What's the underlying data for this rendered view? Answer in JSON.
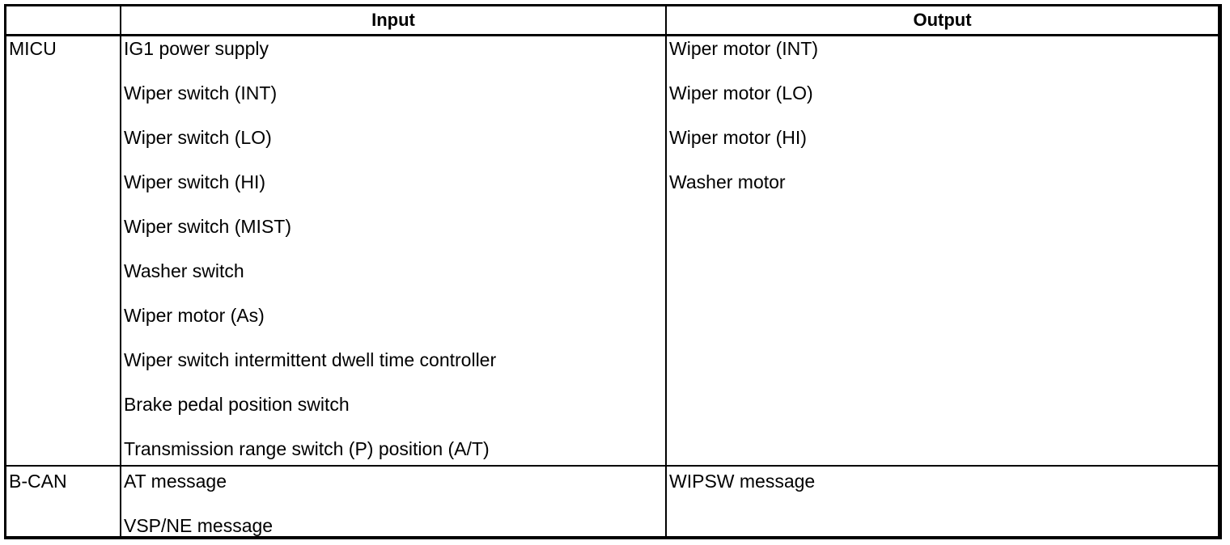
{
  "table": {
    "headers": {
      "corner": "",
      "input": "Input",
      "output": "Output"
    },
    "rows": [
      {
        "label": "MICU",
        "inputs": [
          "IG1 power supply",
          "Wiper switch (INT)",
          "Wiper switch (LO)",
          "Wiper switch (HI)",
          "Wiper switch (MIST)",
          "Washer switch",
          "Wiper motor (As)",
          "Wiper switch intermittent dwell time controller",
          "Brake pedal position switch",
          "Transmission range switch (P) position (A/T)"
        ],
        "outputs": [
          "Wiper motor (INT)",
          "Wiper motor (LO)",
          "Wiper motor (HI)",
          "Washer motor"
        ]
      },
      {
        "label": "B-CAN",
        "inputs": [
          "AT message",
          "VSP/NE message"
        ],
        "outputs": [
          "WIPSW message"
        ]
      }
    ]
  },
  "colors": {
    "border": "#000000",
    "background": "#ffffff",
    "text": "#000000"
  }
}
